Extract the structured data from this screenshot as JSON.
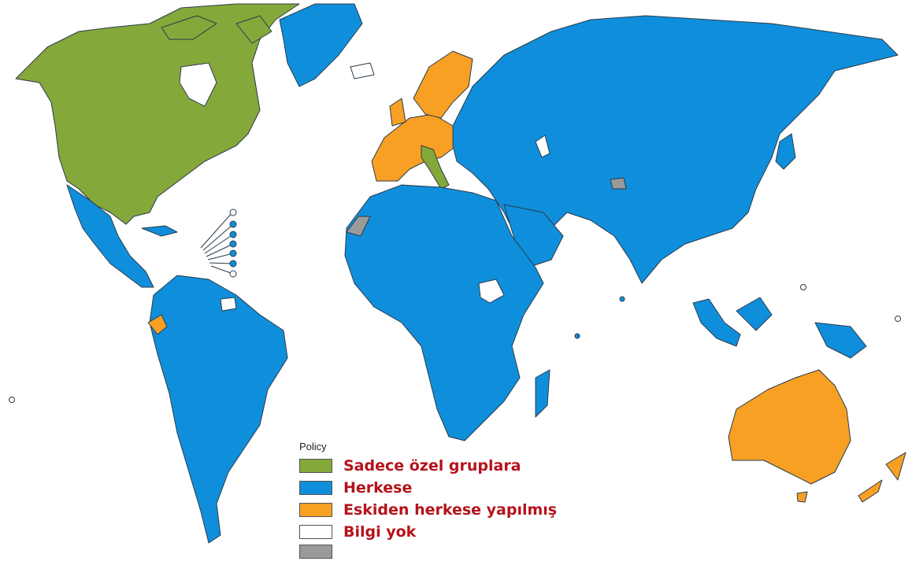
{
  "colors": {
    "green": "#85a83a",
    "blue": "#0f8fdb",
    "orange": "#f7a023",
    "white": "#ffffff",
    "gray": "#9a9a9a",
    "border": "#2b3a4a",
    "label": "#b5121b"
  },
  "legend": {
    "title": "Policy",
    "items": [
      {
        "label": "Sadece özel gruplara",
        "color": "#85a83a"
      },
      {
        "label": "Herkese",
        "color": "#0f8fdb"
      },
      {
        "label": "Eskiden herkese yapılmış",
        "color": "#f7a023"
      },
      {
        "label": "Bilgi yok",
        "color": "#ffffff"
      },
      {
        "label": "",
        "color": "#9a9a9a"
      }
    ]
  }
}
